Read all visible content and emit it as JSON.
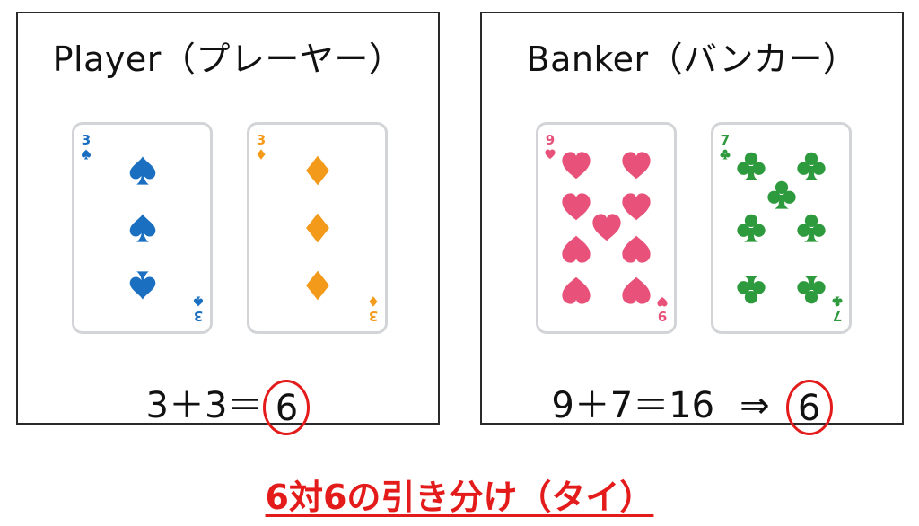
{
  "player": {
    "title": "Player（プレーヤー）",
    "cards": [
      {
        "rank": "3",
        "suit": "spade",
        "color": "#1a6fc1"
      },
      {
        "rank": "3",
        "suit": "diamond",
        "color": "#f39a1a"
      }
    ],
    "equation": {
      "a": "3",
      "plus": "＋",
      "b": "3",
      "eq": "＝",
      "result": "6"
    }
  },
  "banker": {
    "title": "Banker（バンカー）",
    "cards": [
      {
        "rank": "9",
        "suit": "heart",
        "color": "#e8527a"
      },
      {
        "rank": "7",
        "suit": "club",
        "color": "#2e9a3e"
      }
    ],
    "equation": {
      "a": "9",
      "plus": "＋",
      "b": "7",
      "eq": "＝",
      "sum": "16",
      "arrow": "⇒",
      "result": "6"
    }
  },
  "result_text": "6対6の引き分け（タイ）",
  "colors": {
    "highlight": "#e41b1b"
  }
}
